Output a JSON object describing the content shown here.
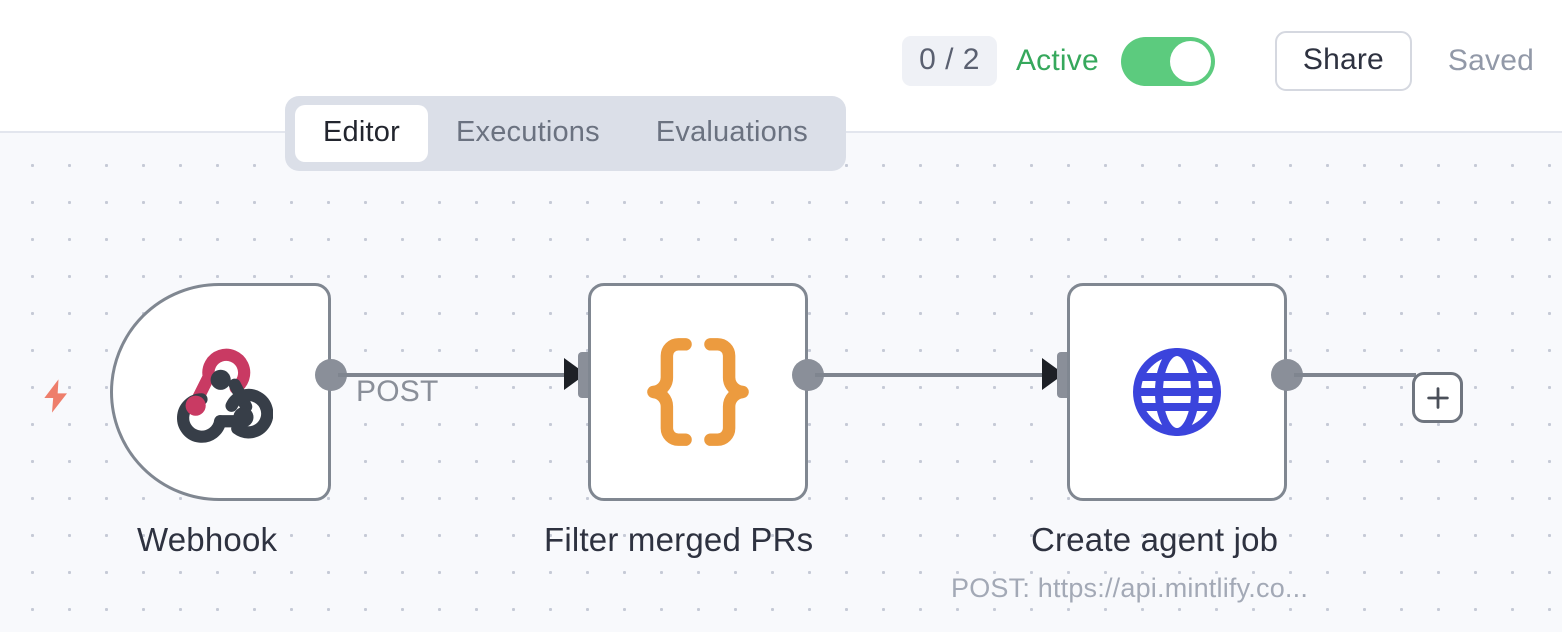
{
  "header": {
    "run_count_badge": "0 / 2",
    "active_label": "Active",
    "toggle_state": "on",
    "share_label": "Share",
    "saved_label": "Saved",
    "active_color": "#36a85c",
    "toggle_color": "#5ccb7e"
  },
  "tabs": [
    {
      "label": "Editor",
      "active": true
    },
    {
      "label": "Executions",
      "active": false
    },
    {
      "label": "Evaluations",
      "active": false
    }
  ],
  "canvas": {
    "background": "#f8f9fc",
    "grid": "dotted",
    "nodes": [
      {
        "id": "webhook",
        "label": "Webhook",
        "sublabel": "",
        "icon": "webhook-logo-icon",
        "icon_colors": [
          "#c93a63",
          "#373e48"
        ],
        "type": "trigger",
        "shape": "rounded-left"
      },
      {
        "id": "filter-merged-prs",
        "label": "Filter merged PRs",
        "sublabel": "",
        "icon": "curly-braces-icon",
        "icon_colors": [
          "#ec9b3f"
        ],
        "type": "code",
        "shape": "rounded-square"
      },
      {
        "id": "create-agent-job",
        "label": "Create agent job",
        "sublabel": "POST: https://api.mintlify.co...",
        "icon": "globe-icon",
        "icon_colors": [
          "#3b44dc"
        ],
        "type": "http-request",
        "shape": "rounded-square"
      }
    ],
    "edges": [
      {
        "from": "webhook",
        "to": "filter-merged-prs",
        "label": "POST"
      },
      {
        "from": "filter-merged-prs",
        "to": "create-agent-job",
        "label": ""
      }
    ],
    "trigger_indicator": {
      "icon": "lightning-bolt-icon",
      "color": "#ee7e6b"
    },
    "add_node_button": {
      "icon": "plus-icon",
      "label": ""
    }
  }
}
